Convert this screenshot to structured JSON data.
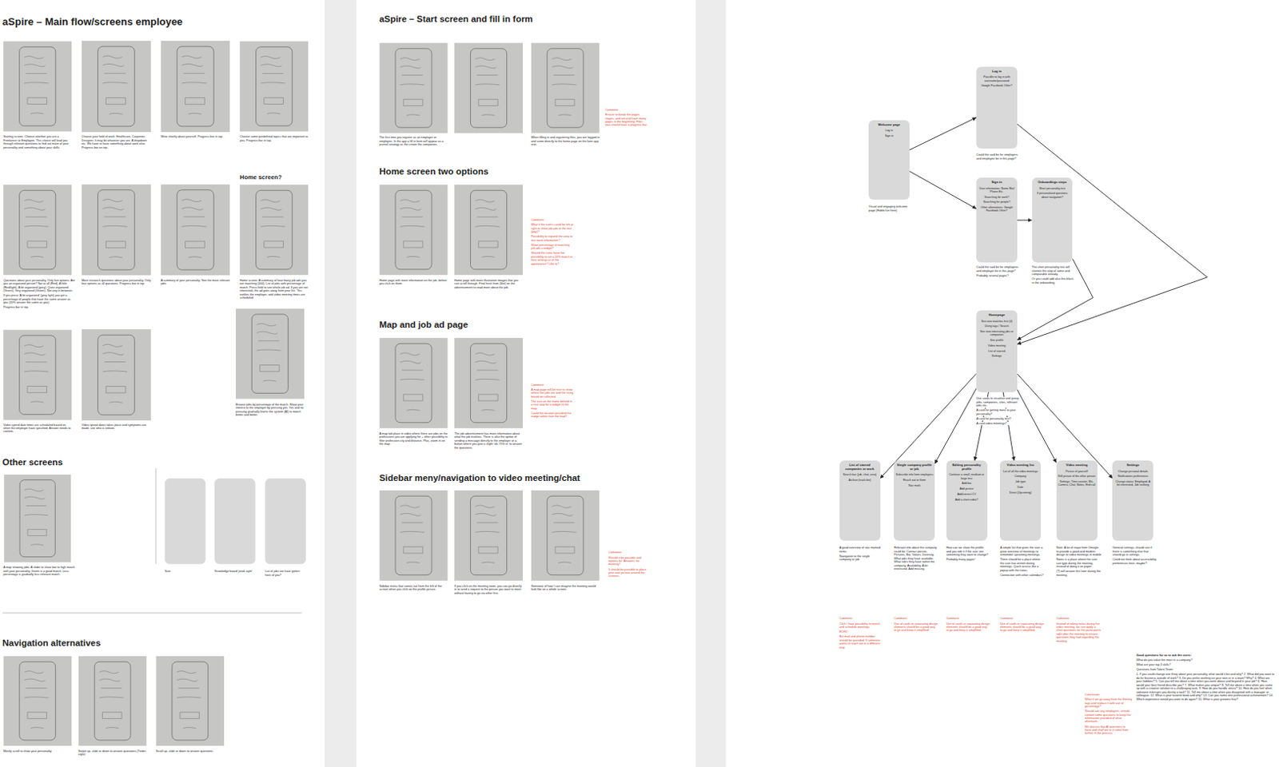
{
  "diagram": {
    "nodes": [
      {
        "text": [
          "Welcome page",
          "Log in",
          "Sign in"
        ]
      },
      {
        "text": [
          "Log in",
          "Possible to log in with username/password",
          "Google Facebook Other?"
        ]
      },
      {
        "text": [
          "Sign in",
          "User information: Name Mail Phone Etc.",
          "Searching for work?",
          "Searching for people?",
          "Other alternatives: Google Facebook Other?"
        ]
      },
      {
        "text": [
          "Onboardings steps",
          "Short personality test",
          "If personalized questions about navigation?"
        ]
      },
      {
        "text": [
          "Homepage",
          "See new matches first (if)",
          "Using tags / Search",
          "See new interesting jobs or companies",
          "See profile",
          "Video meeting",
          "List of starred",
          "Settings"
        ]
      },
      {
        "text": [
          "List of starred companies or work",
          "Search bar (job, chat, area)",
          "Archive (trash bin)"
        ]
      },
      {
        "text": [
          "Single company profile or job",
          "Subscribe info from employers",
          "Reach out to them",
          "Star mark"
        ]
      },
      {
        "text": [
          "Editing personality profile",
          "Continue a small, medium or large test",
          "Add bio",
          "Add picture",
          "Add/correct CV",
          "Add a short video?"
        ]
      },
      {
        "text": [
          "Video meeting list",
          "List of all the video meetings",
          "Company",
          "Job type",
          "Date",
          "Direct (Upcoming)"
        ]
      },
      {
        "text": [
          "Video meeting",
          "Picture of yourself",
          "Still picture of the other person",
          "Settings: Time counter, Mic, Camera, Chat, Notes, End call"
        ]
      },
      {
        "text": [
          "Settings",
          "Change personal details",
          "Notifications preferences",
          "Change status: Employed, A bit interested, Job seeking"
        ]
      }
    ],
    "edges": [
      {
        "from": 0,
        "to": 1,
        "arrow": "to"
      },
      {
        "from": 0,
        "to": 2,
        "arrow": "to"
      },
      {
        "from": 2,
        "to": 3,
        "arrow": "to"
      },
      {
        "from": 1,
        "to": 4,
        "arrow": "to"
      },
      {
        "from": 3,
        "to": 4,
        "arrow": "to"
      },
      {
        "from": 4,
        "to": 5,
        "arrow": "to"
      },
      {
        "from": 4,
        "to": 6,
        "arrow": "to"
      },
      {
        "from": 4,
        "to": 7,
        "arrow": "to"
      },
      {
        "from": 4,
        "to": 8,
        "arrow": "to"
      },
      {
        "from": 4,
        "to": 9,
        "arrow": "to"
      },
      {
        "from": 4,
        "to": 10,
        "arrow": "to"
      }
    ],
    "labels": [
      "aSpire – Main flow/screens employee",
      "Starting screen. Choose whether you are a Freelancer or Employee. This choice will lead you through relevant questions to find out more of your personality and something about your skills.",
      "Choose your field of work: Healthcare, Carpenter, Designer. It may be whatever you are. A dropdown etc. We have to have something about work also. Progress bar on top.",
      "Write shortly about yourself. Progress bar in top.",
      "Choose some predefined topics that are important to you. Progress bar in top.",
      "Home screen?",
      "Questions about your personality. Only five options. Are you an organized person? Not at all (Red), A little (Red/light), A bit organized (grey), Quite organized (Green), Very organized (Green). Not any in between.",
      "If you press 'A bit organized' (grey light) you get a percentage of people that have the same answer as you (20% answer the same as you).",
      "Progress bar in top.",
      "More research questions about your personality. Only four options as all questions. Progress bar in top.",
      "A summary of your personality. See the most relevant jobs.",
      "Home screen. A summary of how many job ads you are matching (400). List of jobs with percentage of match. Press field to see whole job ad. If you are not interested, the ad goes away from your list. 'Yes' notifies the employer, and video meeting times are scheduled.",
      "Browse jobs by percentage of the match. Show your interest to the employer by pressing yes. Yes and no pressing gradually learns the system (AI) to match better and better.",
      "Video speed date times are scheduled based on when the employer have specified. Answer needs to confirm.",
      "Video speed dates takes place and symptoms are made, see who is remote.",
      "Other screens",
      "A map showing jobs. A slider to show low to high match with your personality. Green is a good match. Less percentage is gradually less relevant match.",
      "Size",
      "Knowledge board 'peak style'",
      "List of jobs we have gotten here of you?",
      "Navigation alternatives",
      "Mostly scroll to show your personality",
      "Swipe up, slide or down to answer questions (Tinder style)",
      "Scroll up, slide or down to answer questions.",
      "aSpire – Start screen and fill in form",
      "The first time you register as an employer or employee. In the app a fill in form will appear as a journal strategy as the create the companies.",
      "When filling in and registering files, you are logged in and come directly to the home page on the later app visit.",
      "Comment:",
      "Ensure to break the pages stages, and not end have many pages in the beginning. Filter was should have a progress bar.",
      "Home screen two options",
      "Home page with more information on the job, before you click on them.",
      "Home page with more illustration images that you can scroll through. Find fresh from (like) on the advertisement to read more about the job.",
      "Comment:",
      "What if the icon/s could be left or right to show job ads or the text (pay)?",
      "Possibility to expand the area to see more information?",
      "Show percentage of matching job ads a widget?",
      "Should the icons have the possibility to set a 20% match in their settings or in the appearance? Like to?",
      "Map and job ad page",
      "A map tab place in video where there are jobs on the professions you are applying for + other possibility to filter profession city and distance. Plus, zoom in on the map.",
      "The job advertisement has more information about what the job involves. There is also the option of sending a message directly to the employer or a button where you give a slight 'ok, I'll fit in' to answer the questions.",
      "Comment:",
      "A map page will be nice to show where the jobs are and the rising based on collected.",
      "The icon on the frame behind in a nice way for a widget to the map.",
      "Could the location provided the nudge rather than the lead?",
      "Sidebar meny/navigation to  video meeting/chat",
      "Sidebar menu that comes out from the left of the screen when you click on the profile picture.",
      "If you click on the meeting room, you can go directly in to send a request to the person you want to meet without having to go via other first.",
      "Someone of how I can imagine the meeting would look like on a whole screen.",
      "Comment:",
      "Should it be possible and options for 'Answers' for meeting?",
      "It should be possible to place your own picture around the screens.",
      "Visual and engaging welcome page (Hobbi fun here)",
      "Could the said be for employers and employee be in this page?",
      "Could the said be for employees and employer be in this page?",
      "Probably several pages?",
      "The short personality test will shorten the stop of some and comparable already.",
      "Or you could add also this block in the onboarding.",
      "Use cards to visualise and group jobs, companies, sites, relevant jobs etc.",
      "A card for getting more to your personality?",
      "A card for personality test?",
      "A card video meetings?",
      "A good overview of star marked items.",
      "Navigation to the single company or job",
      "Relevant info about the company could be: Contact person, Pictures, Bio, Values, Diversity, What jobs they have available, What roles they have within the company, Availability, A bit interested, Add missing.",
      "How can we show the profile and you edit it if the user see something they want to change?",
      "Probably many pages!",
      "A simple list that gives the user a great overview of meetings to remember upcoming meetings.",
      "There should be a place where the user has written during meetings. Quick access like a popup with the notes.",
      "Connection with other calendars?",
      "Note: A lot of inspo from Omegle, to provide a good and modern design to video meetings in mobile",
      "Notes is a place where the user can type during the meeting, instead of doing it on paper.",
      "(?) will answer this later during the meeting.",
      "Comment:",
      "Click / have possibility to match and schedule meetings.",
      "ECHO",
      "But mail and phone number should be provided. If someone wants to reach out in a different way.",
      "Comment:",
      "Use of cards or separating design elements should be a good way to go and keep it simplified.",
      "Comment:",
      "Use of cards or separating design elements should be a good way to go and keep it simplified.",
      "Comment:",
      "Use of cards or separating design elements should be a good way to go and keep it simplified.",
      "Comment:",
      "Instead of taking notes during the video meeting, we can apply a short questions for the participants right after the meeting to ensure questions they had regarding the meeting.",
      "Conclusion:",
      "What if we go away from the filtering tags and replace it with use of percentage?",
      "Should ask any employers, should contain some questions to keep the information provided of what aftermath.",
      "We discuss that AI questions to have and shall we to it come from further in the process.",
      "Good questions for us to ask the users:",
      "What do you value the most in a company?",
      "What are your top 3 skills?",
      "Questions from Talent Team:",
      "1. If you could change one thing about your personality, what would it be and why? 2. What did you want to do for business outside of work? 3. Do you prefer working on your own or in a team? Why? 4. What are your hobbies? 5. Can you tell me about a time when you went above and beyond in your job? 6. How would your best friend describe you? 7. What makes you unique? 8. Tell me about a time when you came up with a creative solution to a challenging task. 9. How do you handle stress? 10. How do you feel when someone interrupts you during a task? 11. Tell me about a time when you disagreed with a manager or colleague. 12. What is your favorite book and why? 13. Can you name one professional achievement? 14. Which experience would you want to do again? 15. What is your greatest fear?",
      "General settings, should see if there is something else that should go in settings.",
      "Could we think about accessibility preferences here, maybe?"
    ]
  }
}
